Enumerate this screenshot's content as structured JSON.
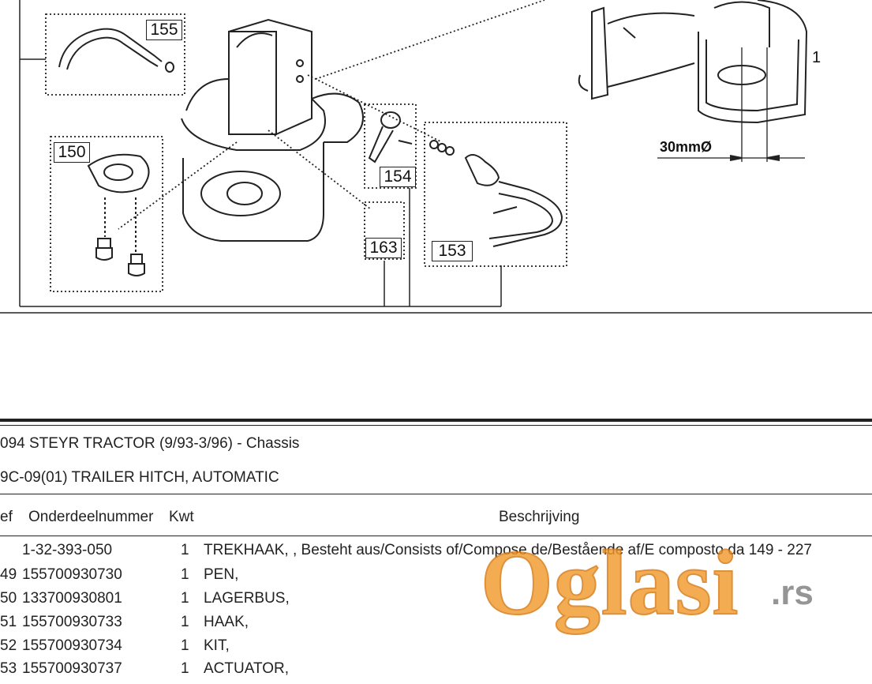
{
  "drawing": {
    "callouts": [
      "155",
      "150",
      "154",
      "163",
      "153",
      "1"
    ],
    "dimension": "30mmØ"
  },
  "header": {
    "model": "094 STEYR TRACTOR (9/93-3/96) - Chassis",
    "section": "9C-09(01) TRAILER HITCH, AUTOMATIC"
  },
  "table": {
    "columns": [
      "ef",
      "Onderdeelnummer",
      "Kwt",
      "Beschrijving"
    ],
    "rows": [
      {
        "ref": "",
        "part": "1-32-393-050",
        "qty": "1",
        "desc": "TREKHAAK, , Besteht aus/Consists of/Compose de/Bestående af/E composto da  149 - 227"
      },
      {
        "ref": "49",
        "part": "155700930730",
        "qty": "1",
        "desc": "PEN,"
      },
      {
        "ref": "50",
        "part": "133700930801",
        "qty": "1",
        "desc": "LAGERBUS,"
      },
      {
        "ref": "51",
        "part": "155700930733",
        "qty": "1",
        "desc": "HAAK,"
      },
      {
        "ref": "52",
        "part": "155700930734",
        "qty": "1",
        "desc": "KIT,"
      },
      {
        "ref": "53",
        "part": "155700930737",
        "qty": "1",
        "desc": "ACTUATOR,"
      }
    ]
  },
  "watermark": {
    "brand": "Oglasi",
    "tld": ".rs",
    "colors": {
      "orange": "#f29a2e",
      "gray": "#8a8a8a"
    }
  }
}
